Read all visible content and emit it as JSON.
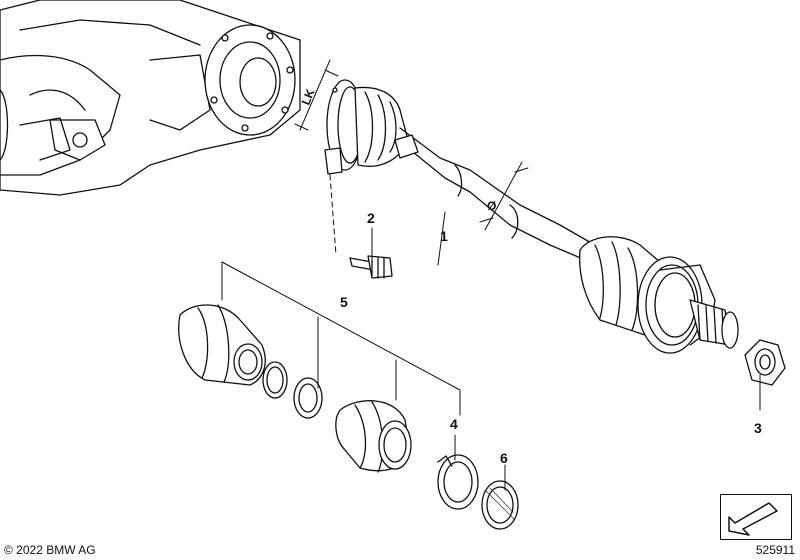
{
  "callouts": {
    "c1": "1",
    "c2": "2",
    "c3": "3",
    "c4": "4",
    "c5": "5",
    "c6": "6"
  },
  "dimensions": {
    "lk": "LK",
    "diameter": "Ø"
  },
  "footer": {
    "copyright": "© 2022 BMW AG",
    "image_number": "525911"
  },
  "icons": {
    "nav": "arrow-down-left-icon"
  },
  "colors": {
    "line": "#111111",
    "background": "#ffffff"
  }
}
